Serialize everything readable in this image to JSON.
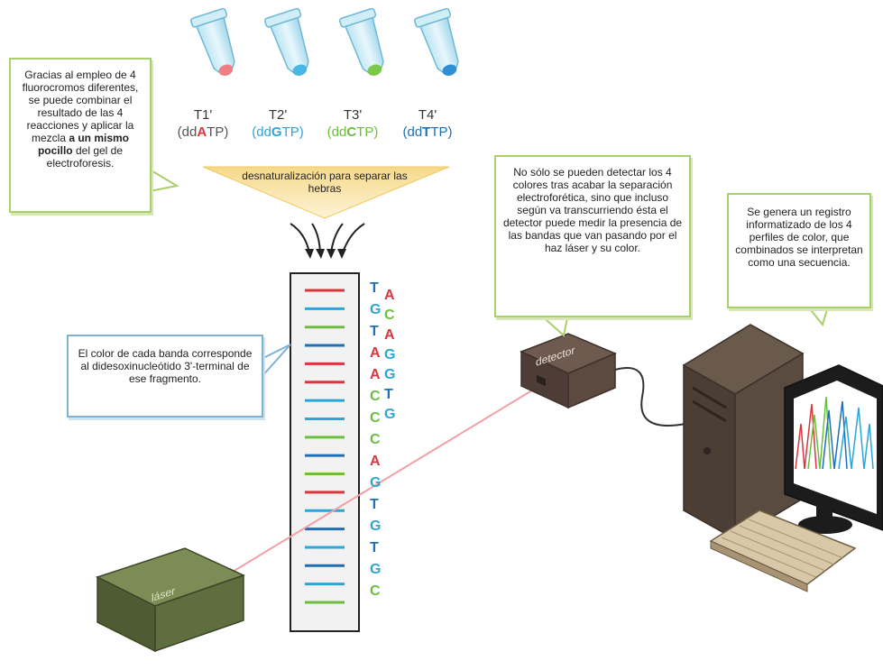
{
  "colors": {
    "A": "#d9363e",
    "G": "#2aa7d8",
    "C": "#6cbf3d",
    "T": "#1e6fb5",
    "laser_beam": "#f2a0a6",
    "bubble_green": "#a9cf6b",
    "bubble_blue": "#7fb3d6"
  },
  "tubes": [
    {
      "name": "T1'",
      "prefix": "(dd",
      "base": "A",
      "suffix": "TP)",
      "color": "#d9363e",
      "paren_color": "#d9363e"
    },
    {
      "name": "T2'",
      "prefix": "(dd",
      "base": "G",
      "suffix": "TP)",
      "color": "#2aa7d8",
      "paren_color": "#2aa7d8"
    },
    {
      "name": "T3'",
      "prefix": "(dd",
      "base": "C",
      "suffix": "TP)",
      "color": "#6cbf3d",
      "paren_color": "#6cbf3d"
    },
    {
      "name": "T4'",
      "prefix": "(dd",
      "base": "T",
      "suffix": "TP)",
      "color": "#1e6fb5",
      "paren_color": "#1e6fb5"
    }
  ],
  "left_bubble": {
    "text_before": "Gracias al empleo de 4 fluorocromos diferentes, se puede combinar el resultado de las 4 reacciones y aplicar la mezcla ",
    "bold": "a un mismo pocillo",
    "text_after": " del gel de electroforesis."
  },
  "arrow_label": "desnaturalización para separar las hebras",
  "band_bubble": "El color de cada banda corresponde al didesoxinucleótido 3'-terminal de ese fragmento.",
  "detector_bubble": "No sólo se pueden detectar los 4 colores tras acabar la separación electroforética, sino que incluso según va transcurriendo ésta el detector puede medir la presencia de las bandas que van pasando por el haz láser y su color.",
  "computer_bubble": "Se genera un registro informatizado de los 4 perfiles de color, que combinados se interpretan como una secuencia.",
  "devices": {
    "detector_label": "detector",
    "laser_label": "láser"
  },
  "bands": [
    "A",
    "G",
    "C",
    "T",
    "A",
    "A",
    "G",
    "G",
    "C",
    "T",
    "C",
    "A",
    "G",
    "T",
    "G",
    "T",
    "G",
    "C"
  ],
  "sequence_col1": [
    "T",
    "G",
    "T",
    "A",
    "A",
    "C",
    "C",
    "C",
    "A",
    "G",
    "T",
    "G",
    "T",
    "G",
    "C"
  ],
  "sequence_col2": [
    "A",
    "C",
    "A",
    "G",
    "G",
    "T",
    "G"
  ]
}
